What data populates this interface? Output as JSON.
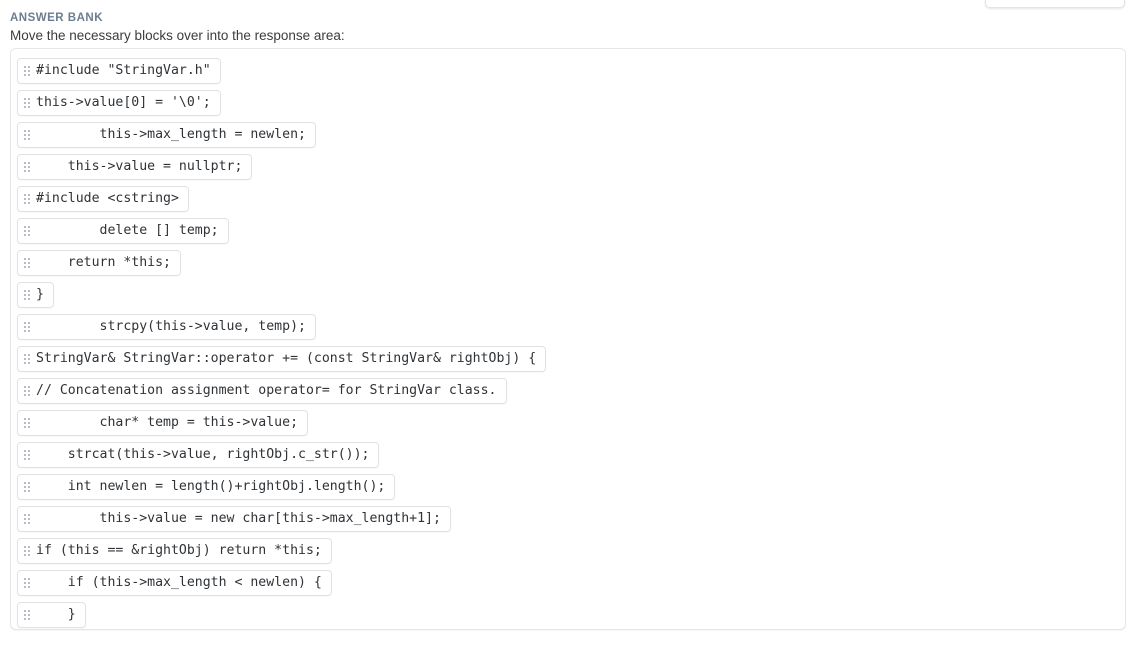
{
  "top_card": {
    "name": "cut-off-card"
  },
  "header": {
    "label": "ANSWER BANK",
    "instruction": "Move the necessary blocks over into the response area:"
  },
  "colors": {
    "label_color": "#6b7d8f",
    "text_color": "#3c3c3c",
    "chip_border": "#e0e3e6",
    "container_border": "#e4e6e8",
    "handle_dot": "#b6bcc4",
    "code_color": "#2f3337",
    "background": "#ffffff"
  },
  "answer_bank": {
    "blocks": [
      {
        "code": "#include \"StringVar.h\""
      },
      {
        "code": "this->value[0] = '\\0';"
      },
      {
        "code": "        this->max_length = newlen;"
      },
      {
        "code": "    this->value = nullptr;"
      },
      {
        "code": "#include <cstring>"
      },
      {
        "code": "        delete [] temp;"
      },
      {
        "code": "    return *this;"
      },
      {
        "code": "}"
      },
      {
        "code": "        strcpy(this->value, temp);"
      },
      {
        "code": "StringVar& StringVar::operator += (const StringVar& rightObj) {"
      },
      {
        "code": "// Concatenation assignment operator= for StringVar class."
      },
      {
        "code": "        char* temp = this->value;"
      },
      {
        "code": "    strcat(this->value, rightObj.c_str());"
      },
      {
        "code": "    int newlen = length()+rightObj.length();"
      },
      {
        "code": "        this->value = new char[this->max_length+1];"
      },
      {
        "code": "if (this == &rightObj) return *this;"
      },
      {
        "code": "    if (this->max_length < newlen) {"
      },
      {
        "code": "    }"
      }
    ]
  }
}
